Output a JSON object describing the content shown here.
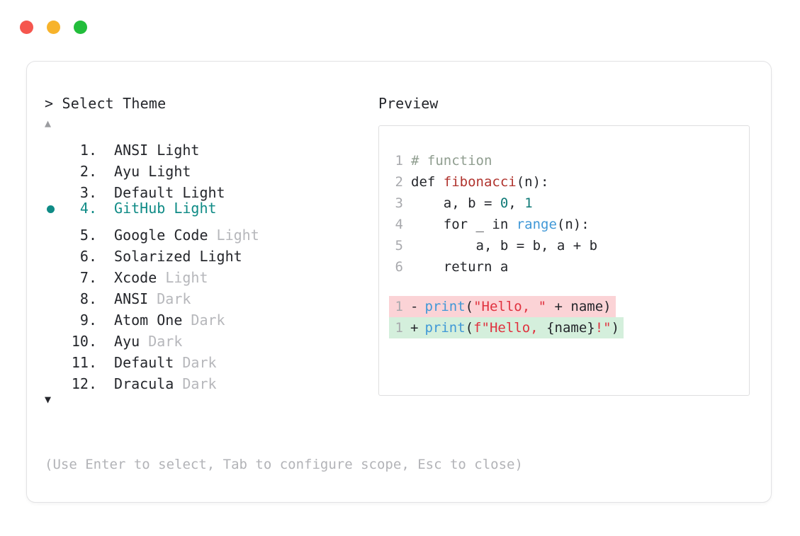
{
  "window": {
    "traffic_lights": [
      {
        "name": "close",
        "color": "#f5564e"
      },
      {
        "name": "minimize",
        "color": "#f7b32b"
      },
      {
        "name": "maximize",
        "color": "#22bd3b"
      }
    ]
  },
  "picker": {
    "prompt": "> Select Theme",
    "scroll_up_icon": "▲",
    "scroll_down_icon": "▼",
    "selected_index": 4,
    "selection_color": "#0f8b86",
    "items": [
      {
        "number": "1.",
        "name": "ANSI",
        "variant": "Light",
        "variant_muted": false
      },
      {
        "number": "2.",
        "name": "Ayu",
        "variant": "Light",
        "variant_muted": false
      },
      {
        "number": "3.",
        "name": "Default",
        "variant": "Light",
        "variant_muted": false
      },
      {
        "number": "4.",
        "name": "GitHub",
        "variant": "Light",
        "variant_muted": false
      },
      {
        "number": "5.",
        "name": "Google Code",
        "variant": "Light",
        "variant_muted": true
      },
      {
        "number": "6.",
        "name": "Solarized",
        "variant": "Light",
        "variant_muted": false
      },
      {
        "number": "7.",
        "name": "Xcode",
        "variant": "Light",
        "variant_muted": true
      },
      {
        "number": "8.",
        "name": "ANSI",
        "variant": "Dark",
        "variant_muted": true
      },
      {
        "number": "9.",
        "name": "Atom One",
        "variant": "Dark",
        "variant_muted": true
      },
      {
        "number": "10.",
        "name": "Ayu",
        "variant": "Dark",
        "variant_muted": true
      },
      {
        "number": "11.",
        "name": "Default",
        "variant": "Dark",
        "variant_muted": true
      },
      {
        "number": "12.",
        "name": "Dracula",
        "variant": "Dark",
        "variant_muted": true
      }
    ],
    "hint": "(Use Enter to select, Tab to configure scope, Esc to close)"
  },
  "preview": {
    "title": "Preview",
    "code_lines": [
      {
        "number": "1",
        "tokens": [
          {
            "text": "# function",
            "type": "comment"
          }
        ]
      },
      {
        "number": "2",
        "tokens": [
          {
            "text": "def ",
            "type": "plain"
          },
          {
            "text": "fibonacci",
            "type": "func"
          },
          {
            "text": "(n):",
            "type": "plain"
          }
        ]
      },
      {
        "number": "3",
        "tokens": [
          {
            "text": "    a, b = ",
            "type": "plain"
          },
          {
            "text": "0",
            "type": "num"
          },
          {
            "text": ", ",
            "type": "plain"
          },
          {
            "text": "1",
            "type": "num"
          }
        ]
      },
      {
        "number": "4",
        "tokens": [
          {
            "text": "    for _ in ",
            "type": "plain"
          },
          {
            "text": "range",
            "type": "builtin"
          },
          {
            "text": "(n):",
            "type": "plain"
          }
        ]
      },
      {
        "number": "5",
        "tokens": [
          {
            "text": "        a, b = b, a + b",
            "type": "plain"
          }
        ]
      },
      {
        "number": "6",
        "tokens": [
          {
            "text": "    return a",
            "type": "plain"
          }
        ]
      }
    ],
    "diff_lines": [
      {
        "number": "1",
        "sign": "-",
        "kind": "removed",
        "background": "#fbd3d6",
        "tokens": [
          {
            "text": "print",
            "type": "builtin"
          },
          {
            "text": "(",
            "type": "plain"
          },
          {
            "text": "\"Hello, \"",
            "type": "string"
          },
          {
            "text": " + name)",
            "type": "plain"
          }
        ]
      },
      {
        "number": "1",
        "sign": "+",
        "kind": "added",
        "background": "#d4efdc",
        "tokens": [
          {
            "text": "print",
            "type": "builtin"
          },
          {
            "text": "(",
            "type": "plain"
          },
          {
            "text": "f\"Hello, ",
            "type": "string"
          },
          {
            "text": "{name}",
            "type": "plain"
          },
          {
            "text": "!\"",
            "type": "string"
          },
          {
            "text": ")",
            "type": "plain"
          }
        ]
      }
    ]
  }
}
